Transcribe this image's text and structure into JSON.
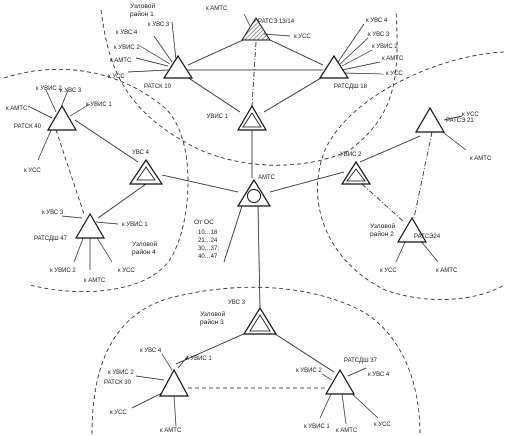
{
  "regions": {
    "r1": "Узловой район 1",
    "r2": "Узловой район 2",
    "r3": "Узловой район 3",
    "r4": "Узловой район 4"
  },
  "nodes": {
    "ratsk10": "РАТСК 10",
    "ratsdsh18": "РАТСДШ 18",
    "rats1314": "РАТСЭ 13/14",
    "uvis1": "УВИС 1",
    "amts": "АМТС",
    "ratsk40": "РАТСК 40",
    "uvs4": "УВС 4",
    "ratsdsh47": "РАТСДШ 47",
    "ratse21": "РАТСЭ 21",
    "uvis2": "УВИС 2",
    "ratse24": "РАТСЭ24",
    "uvs3": "УВС 3",
    "ratsk30": "РАТСК 30",
    "ratsdsh37": "РАТСДШ 37"
  },
  "stub_labels": {
    "k_amts": "к АМТС",
    "k_uvs4": "к УВС 4",
    "k_uvs3": "к УВС 3",
    "k_uvis1": "к УВИС 1",
    "k_uvis2": "к УВИС 2",
    "k_uss": "к УСС",
    "k_uvs2": "к УВС 2",
    "k_uvs1": "к УВС 1"
  },
  "oc_note": {
    "title": "От ОС",
    "lines": [
      "10…18",
      "21…24",
      "30…37;",
      "40…47"
    ]
  }
}
